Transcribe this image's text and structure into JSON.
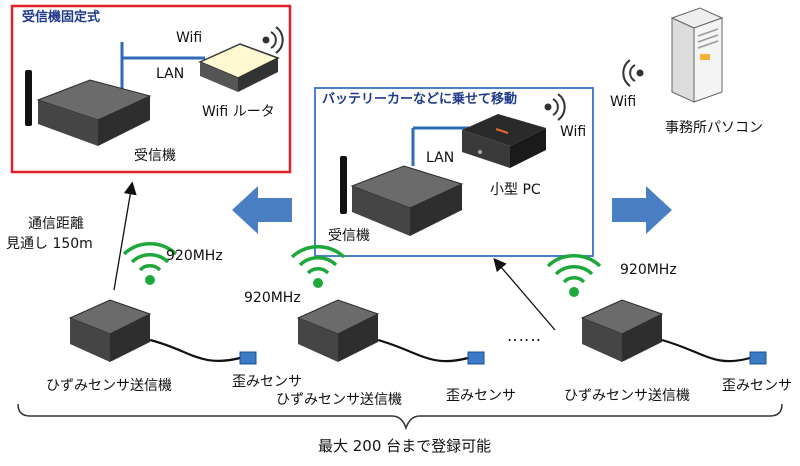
{
  "colors": {
    "fixed_box_border": "#e0212b",
    "mobile_box_border": "#4a80c8",
    "title_text": "#1f3a8a",
    "lan_line": "#2f6bb6",
    "signal_green": "#1fa83a",
    "arrow_blue": "#4a7fc4",
    "device_dark": "#4a4a4a",
    "router_face": "#fff8d0",
    "sensor_blue": "#3b7ac7"
  },
  "fixed_receiver": {
    "title": "受信機固定式",
    "wifi_label": "Wifi",
    "lan_label": "LAN",
    "router_label": "Wifi ルータ",
    "receiver_label": "受信機"
  },
  "mobile_receiver": {
    "title": "バッテリーカーなどに乗せて移動",
    "wifi_label": "Wifi",
    "lan_label": "LAN",
    "pc_label": "小型 PC",
    "receiver_label": "受信機"
  },
  "office_pc": {
    "wifi_label": "Wifi",
    "label": "事務所パソコン"
  },
  "range_note": {
    "line1": "通信距離",
    "line2": "見通し 150m"
  },
  "frequency_labels": [
    "920MHz",
    "920MHz",
    "920MHz"
  ],
  "transmitters": [
    {
      "label": "ひずみセンサ送信機",
      "sensor_label": "歪みセンサ"
    },
    {
      "label": "ひずみセンサ送信機",
      "sensor_label": "歪みセンサ"
    },
    {
      "label": "ひずみセンサ送信機",
      "sensor_label": "歪みセンサ"
    }
  ],
  "ellipsis": "‥‥‥",
  "bottom_caption": "最大 200 台まで登録可能"
}
